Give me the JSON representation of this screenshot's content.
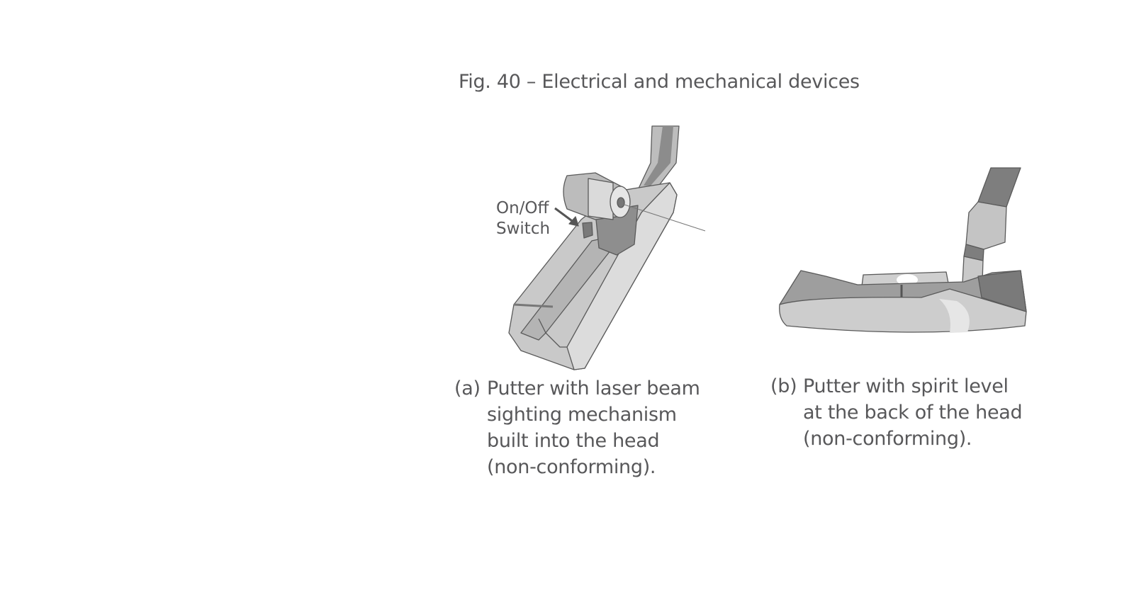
{
  "figure": {
    "title": "Fig. 40 – Electrical and mechanical devices",
    "panels": [
      {
        "label": "(a)",
        "caption_lines": [
          "Putter with laser beam",
          "sighting mechanism",
          "built into the head",
          "(non-conforming)."
        ],
        "callout_lines": [
          "On/Off",
          "Switch"
        ]
      },
      {
        "label": "(b)",
        "caption_lines": [
          "Putter with spirit level",
          "at the back of the head",
          "(non-conforming)."
        ]
      }
    ]
  }
}
